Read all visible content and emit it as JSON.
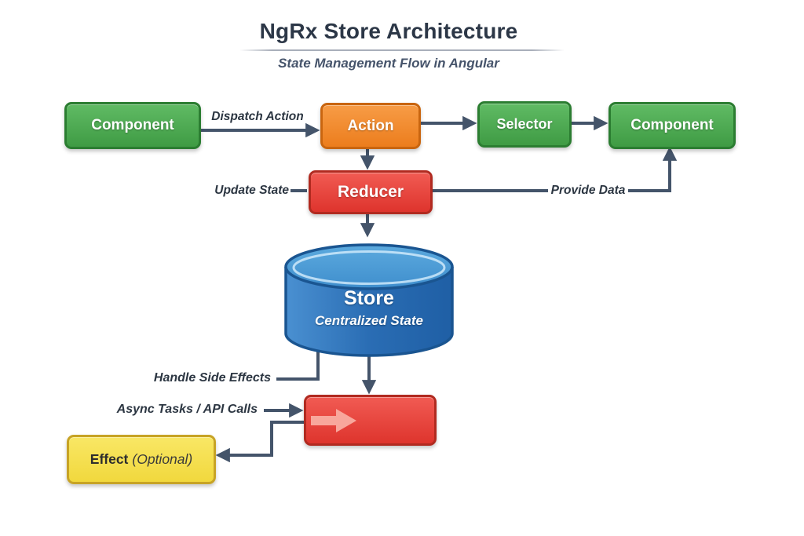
{
  "header": {
    "title": "NgRx Store Architecture",
    "subtitle": "State Management Flow in Angular"
  },
  "nodes": {
    "component1": {
      "label": "Component",
      "color": "#43a047"
    },
    "action": {
      "label": "Action",
      "color": "#ee7f1d"
    },
    "selector": {
      "label": "Selector",
      "color": "#43a047"
    },
    "component2": {
      "label": "Component",
      "color": "#43a047"
    },
    "reducer": {
      "label": "Reducer",
      "color": "#e53935"
    },
    "store": {
      "label": "Store",
      "sublabel": "Centralized State",
      "color": "#2e75b6"
    },
    "effect_runner": {
      "icon": "arrow-right-icon",
      "color": "#e53935"
    },
    "effect": {
      "label": "Effect",
      "suffix": "(Optional)",
      "color": "#f5dd4e"
    }
  },
  "edges": {
    "dispatch_action": "Dispatch Action",
    "update_state": "Update State",
    "provide_data": "Provide Data",
    "handle_side_effects": "Handle Side Effects",
    "async_tasks": "Async Tasks / API Calls"
  },
  "colors": {
    "connector": "#44546a",
    "green": "#43a047",
    "orange": "#ee7f1d",
    "red": "#e53935",
    "blue": "#2e75b6",
    "yellow": "#f5dd4e",
    "runner_arrow": "#f8a79c"
  }
}
